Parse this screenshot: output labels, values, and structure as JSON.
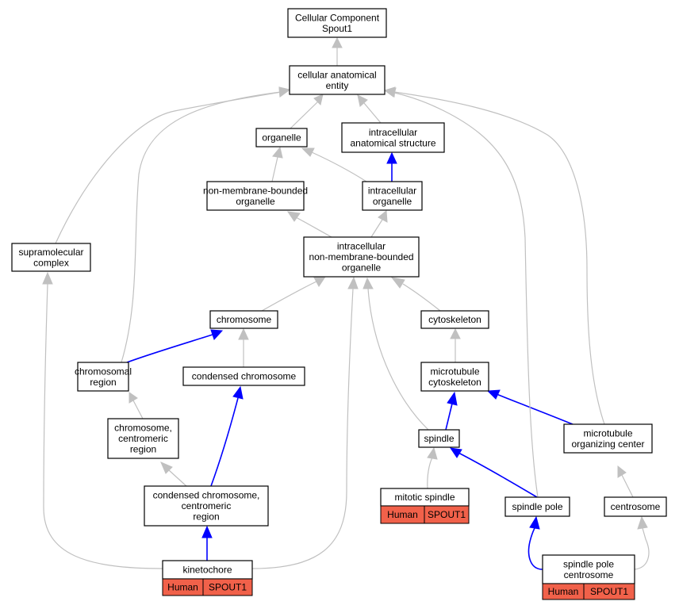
{
  "nodes": {
    "root": [
      "Cellular Component",
      "Spout1"
    ],
    "cae": [
      "cellular anatomical",
      "entity"
    ],
    "organelle": [
      "organelle"
    ],
    "ias": [
      "intracellular",
      "anatomical structure"
    ],
    "nmbo": [
      "non-membrane-bounded",
      "organelle"
    ],
    "io": [
      "intracellular",
      "organelle"
    ],
    "smc": [
      "supramolecular",
      "complex"
    ],
    "inmbo": [
      "intracellular",
      "non-membrane-bounded",
      "organelle"
    ],
    "chromosome": [
      "chromosome"
    ],
    "cytoskeleton": [
      "cytoskeleton"
    ],
    "chromreg": [
      "chromosomal",
      "region"
    ],
    "condchrom": [
      "condensed chromosome"
    ],
    "mtcyto": [
      "microtubule",
      "cytoskeleton"
    ],
    "spindle": [
      "spindle"
    ],
    "mtoc": [
      "microtubule",
      "organizing center"
    ],
    "centreg": [
      "chromosome,",
      "centromeric",
      "region"
    ],
    "condcent": [
      "condensed chromosome,",
      "centromeric",
      "region"
    ],
    "mitspindle": [
      "mitotic spindle"
    ],
    "spole": [
      "spindle pole"
    ],
    "centrosome": [
      "centrosome"
    ],
    "kinetochore": [
      "kinetochore"
    ],
    "spcentrosome": [
      "spindle pole",
      "centrosome"
    ]
  },
  "annotations": {
    "species": "Human",
    "gene": "SPOUT1",
    "color": "#f1614a"
  },
  "edge_colors": {
    "is_a": "#c0c0c0",
    "part_of": "#0000ff"
  }
}
